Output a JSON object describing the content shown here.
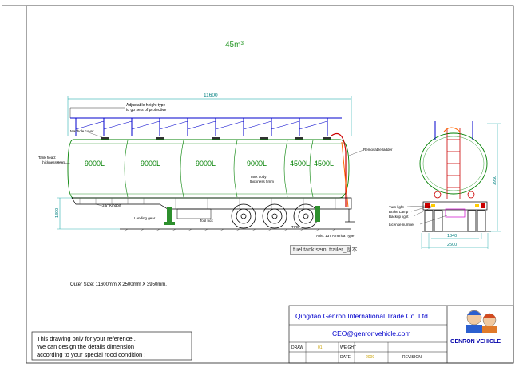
{
  "capacity": "45m³",
  "drawing": {
    "overall_length": "11600",
    "notes": {
      "adjustable_height": "Adjustable height type",
      "protective_sets": "to go sets of protective",
      "manhole_cover": "Manhole cover",
      "tank_head_1": "Tank head:",
      "tank_head_2": "thickness 6mm",
      "tank_body_1": "Tank body:",
      "tank_body_2": "thickness 5mm",
      "removable_ladder": "Removable ladder",
      "kingpin": "3.5\" Kingpin",
      "landing_gear": "Landing gear",
      "tool_box": "Tool box",
      "tire": "TIRE",
      "axle": "Axle: 13T   America Type",
      "turn_light": "Turn light",
      "brake_lamp": "Brake Lamp",
      "backup_light": "Backup light",
      "license_number": "License number"
    },
    "compartments": [
      "9000L",
      "9000L",
      "9000L",
      "9000L",
      "4500L",
      "4500L"
    ],
    "dimensions": {
      "side_height": "1300",
      "rear_height": "3950",
      "track_width": "1840",
      "overall_width": "2500"
    },
    "file_tag": "fuel tank semi trailer_副本",
    "outer_size": "Outer Size: 11600mm X 2500mm X 3950mm,"
  },
  "disclaimer": {
    "line1": "This drawing only for your reference .",
    "line2": "We can design the details dimension",
    "line3": "according to your special rood condition !"
  },
  "title_block": {
    "company": "Qingdao Genron International Trade Co. Ltd",
    "email": "CEO@genronvehicle.com",
    "draw_label": "DRAW",
    "draw_value": "01",
    "weight_label": "WEIGHT",
    "date_label": "DATE",
    "date_value": "2009",
    "revision_label": "REVISION",
    "logo_text": "GENRON VEHICLE"
  }
}
